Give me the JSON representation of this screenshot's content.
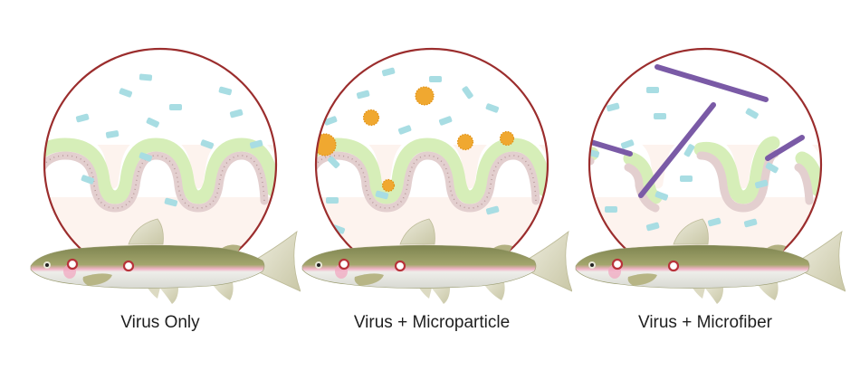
{
  "figure": {
    "panels": [
      {
        "id": "virus-only",
        "label": "Virus Only",
        "contents": [
          "virus"
        ]
      },
      {
        "id": "virus-microparticle",
        "label": "Virus + Microparticle",
        "contents": [
          "virus",
          "microparticle"
        ]
      },
      {
        "id": "virus-microfiber",
        "label": "Virus + Microfiber",
        "contents": [
          "virus",
          "microfiber"
        ]
      }
    ],
    "colors": {
      "circle_outline": "#9b2d2d",
      "mucus_layer": "#d6eeb8",
      "epithelium": "#e3cfcf",
      "tissue": "#fdf3ee",
      "virus": "#a8dde3",
      "microparticle": "#f0a830",
      "microfiber": "#7a5aa6",
      "fish_back": "#8f935a",
      "fish_belly": "#f2f2ef",
      "fish_stripe": "#f0a8c0"
    }
  }
}
